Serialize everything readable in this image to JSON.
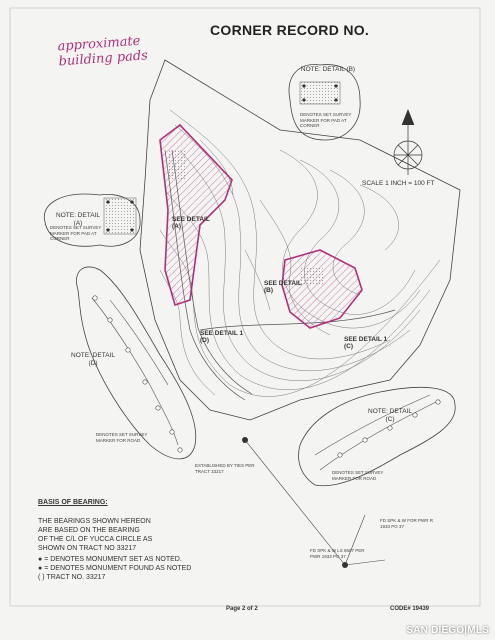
{
  "document": {
    "title": "CORNER RECORD NO.",
    "handwritten_note": "approximate building pads",
    "scale": "SCALE 1 INCH = 100 FT",
    "notes": {
      "detail_a": {
        "heading": "NOTE: DETAIL (A)",
        "legend": "DENOTES SET SURVEY MARKER FOR PAD AT CORNER"
      },
      "detail_b": {
        "heading": "NOTE: DETAIL (B)",
        "legend": "DENOTES SET SURVEY MARKER FOR PAD AT CORNER"
      },
      "detail_c": {
        "heading": "NOTE: DETAIL (C)",
        "legend": "DENOTES SET SURVEY MARKER FOR ROAD"
      },
      "detail_d": {
        "heading": "NOTE: DETAIL (D)",
        "legend": "DENOTES SET SURVEY MARKER FOR ROAD"
      }
    },
    "callouts": {
      "see_a": "SEE DETAIL (A)",
      "see_b": "SEE DETAIL (B)",
      "see_c": "SEE DETAIL 1 (C)",
      "see_d": "SEE DETAIL 1 (D)"
    },
    "established": "ESTABLISHED BY TIES PER TRACT 33217",
    "found_1": "FD SPK & W FOR PWR R 1933 PG 37",
    "found_2": "FD SPK & W LS 8507 PER PWR 1933 PG 37",
    "bearing": {
      "heading": "BASIS OF BEARING:",
      "lines": [
        "THE BEARINGS SHOWN HEREON",
        "ARE BASED ON THE BEARING",
        "OF THE C/L OF YUCCA CIRCLE AS",
        "SHOWN ON TRACT NO 33217"
      ],
      "legend": [
        "= DENOTES MONUMENT SET AS NOTED.",
        "= DENOTES MONUMENT FOUND AS NOTED",
        "( ) TRACT NO. 33217"
      ]
    },
    "page": "Page 2 of 2",
    "code": "CODE# 19439",
    "watermark": "SAN DIEGO|MLS"
  }
}
